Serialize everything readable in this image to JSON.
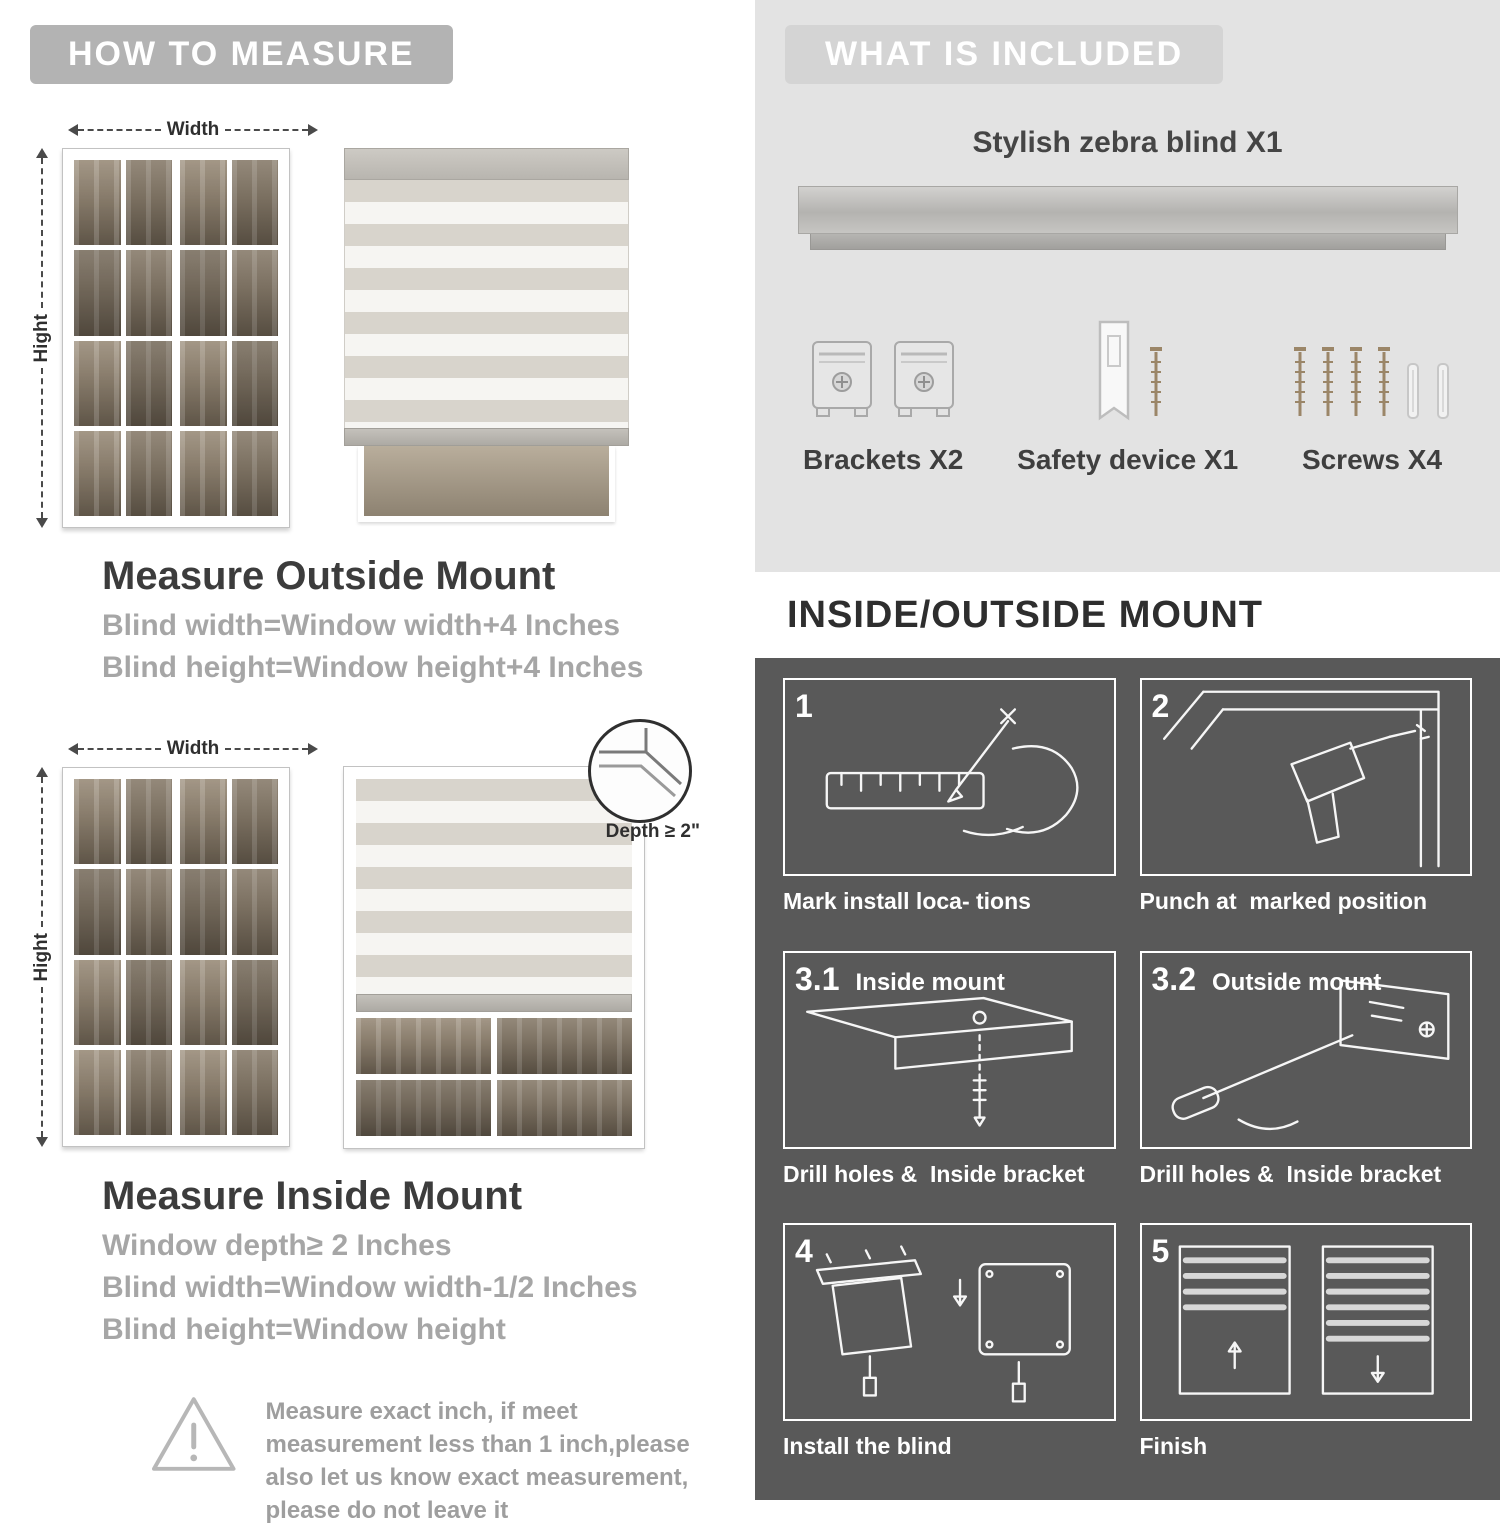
{
  "left": {
    "banner": "HOW TO MEASURE",
    "outside": {
      "width_label": "Width",
      "height_label": "Hight",
      "heading": "Measure Outside Mount",
      "line1": "Blind width=Window width+4 Inches",
      "line2": "Blind height=Window height+4 Inches"
    },
    "inside": {
      "width_label": "Width",
      "height_label": "Hight",
      "depth_callout": "Depth ≥ 2\"",
      "heading": "Measure Inside Mount",
      "line1": "Window depth≥ 2 Inches",
      "line2": "Blind width=Window width-1/2 Inches",
      "line3": "Blind height=Window height"
    },
    "note": {
      "text": "Measure exact inch, if meet measurement less than 1 inch,please also let us know exact measurement, please do not leave it"
    }
  },
  "right": {
    "banner": "WHAT IS INCLUDED",
    "included": {
      "blind_label": "Stylish zebra blind X1",
      "items": [
        {
          "label": "Brackets X2"
        },
        {
          "label": "Safety device X1"
        },
        {
          "label": "Screws X4"
        }
      ]
    },
    "mount": {
      "title": "INSIDE/OUTSIDE MOUNT",
      "steps": [
        {
          "num": "1",
          "label": "",
          "caption": "Mark install loca- tions"
        },
        {
          "num": "2",
          "label": "",
          "caption": "Punch at  marked position"
        },
        {
          "num": "3.1",
          "label": "Inside mount",
          "caption": "Drill holes &  Inside bracket"
        },
        {
          "num": "3.2",
          "label": "Outside mount",
          "caption": "Drill holes &  Inside bracket"
        },
        {
          "num": "4",
          "label": "",
          "caption": "Install the blind"
        },
        {
          "num": "5",
          "label": "",
          "caption": "Finish"
        }
      ]
    }
  },
  "colors": {
    "banner_gray": "#b3b3b3",
    "included_bg": "#e3e3e3",
    "panel_dark": "#595959",
    "stripe_solid": "#d8d4cc",
    "stripe_sheer": "#f6f5f2"
  }
}
